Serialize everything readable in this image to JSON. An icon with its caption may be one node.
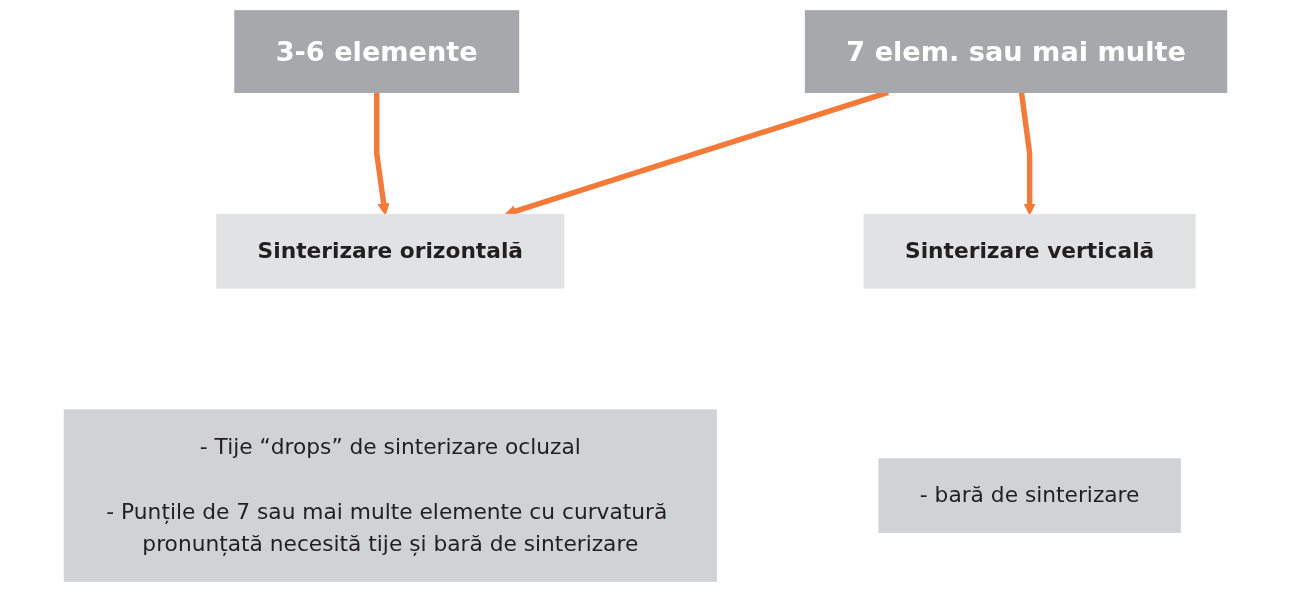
{
  "diagram": {
    "nodes": [
      {
        "text": [
          "3-6 elemente"
        ]
      },
      {
        "text": [
          "7 elem. sau mai multe"
        ]
      },
      {
        "text": [
          "Sinterizare orizontală"
        ]
      },
      {
        "text": [
          "Sinterizare verticală"
        ]
      },
      {
        "text": [
          "- Tije “drops” de sinterizare ocluzal",
          "- Punțile de 7 sau mai multe elemente cu curvatură pronunțată necesită tije și bară de sinterizare"
        ]
      },
      {
        "text": [
          "- bară de sinterizare"
        ]
      }
    ],
    "edges": [
      {
        "from": 0,
        "to": 2,
        "arrow": "to"
      },
      {
        "from": 1,
        "to": 2,
        "arrow": "to"
      },
      {
        "from": 1,
        "to": 3,
        "arrow": "to"
      }
    ]
  }
}
